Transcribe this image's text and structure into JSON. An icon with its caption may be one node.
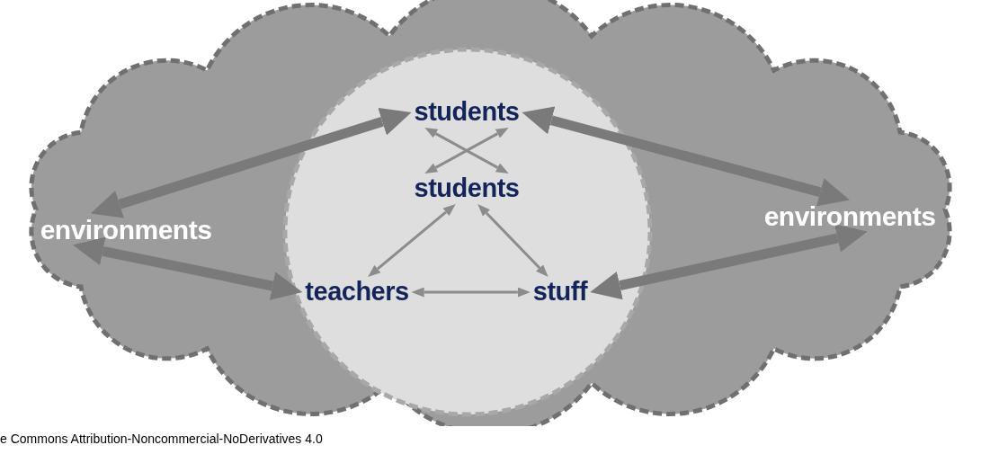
{
  "diagram": {
    "nodes": [
      {
        "text": [],
        "shape": "cloud"
      },
      {
        "text": [],
        "shape": "circle",
        "in": 0
      },
      {
        "text": [
          "students"
        ],
        "in": 1
      },
      {
        "text": [
          "students"
        ],
        "in": 1
      },
      {
        "text": [
          "teachers"
        ],
        "in": 1
      },
      {
        "text": [
          "stuff"
        ],
        "in": 1
      },
      {
        "text": [
          "environments"
        ],
        "in": 0
      },
      {
        "text": [
          "environments"
        ],
        "in": 0
      }
    ],
    "edges": [
      {
        "from": 6,
        "to": 2,
        "arrow": "both",
        "style": "thick",
        "color": "#7a7a7a"
      },
      {
        "from": 6,
        "to": 4,
        "arrow": "both",
        "style": "thick",
        "color": "#7a7a7a"
      },
      {
        "from": 2,
        "to": 7,
        "arrow": "both",
        "style": "thick",
        "color": "#7a7a7a"
      },
      {
        "from": 5,
        "to": 7,
        "arrow": "both",
        "style": "thick",
        "color": "#7a7a7a"
      },
      {
        "from": 2,
        "to": 3,
        "arrow": "both"
      },
      {
        "from": 2,
        "to": 3,
        "arrow": "both"
      },
      {
        "from": 3,
        "to": 4,
        "arrow": "both"
      },
      {
        "from": 3,
        "to": 5,
        "arrow": "both"
      },
      {
        "from": 4,
        "to": 5,
        "arrow": "both"
      }
    ],
    "labels": [
      "e Commons Attribution-Noncommercial-NoDerivatives 4.0"
    ]
  }
}
